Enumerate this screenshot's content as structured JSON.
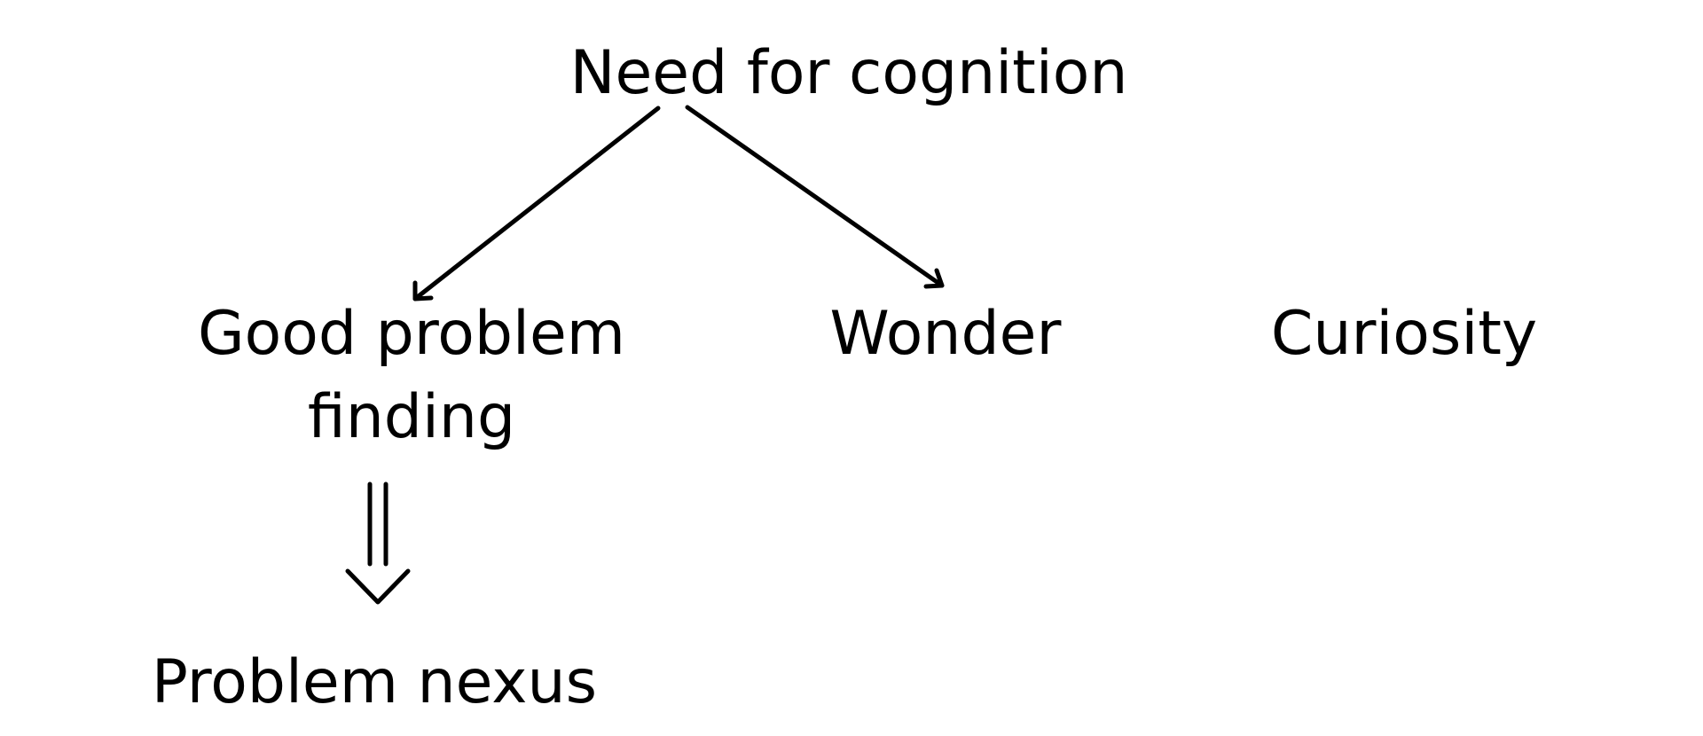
{
  "diagram": {
    "nodes": {
      "need_for_cognition": "Need for cognition",
      "good_problem_finding": [
        "Good problem",
        "finding"
      ],
      "wonder": "Wonder",
      "curiosity": "Curiosity",
      "problem_nexus": "Problem nexus"
    },
    "edges": [
      {
        "from": "Need for cognition",
        "to": "Good problem finding",
        "style": "single-arrow"
      },
      {
        "from": "Need for cognition",
        "to": "Wonder",
        "style": "single-arrow"
      },
      {
        "from": "Good problem finding",
        "to": "Problem nexus",
        "style": "double-arrow"
      }
    ],
    "colors": {
      "text": "#000000",
      "stroke": "#000000",
      "background": "#ffffff"
    }
  }
}
